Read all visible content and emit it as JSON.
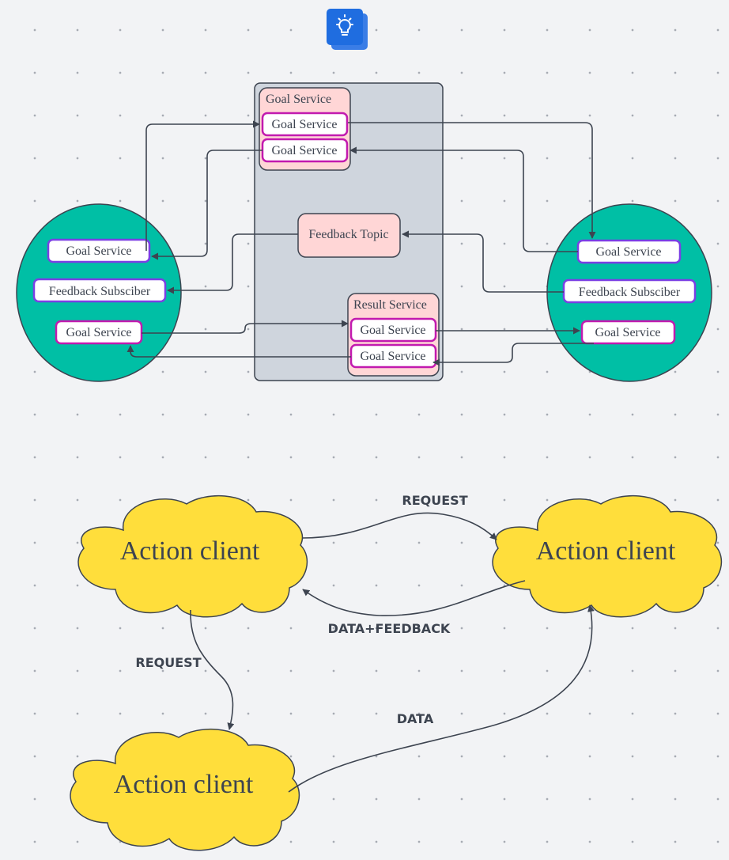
{
  "toolbar": {
    "icon": "lightbulb-icon",
    "icon_color": "#1f6de0"
  },
  "diagram": {
    "center_panel": {
      "goal_group": {
        "title": "Goal Service",
        "items": [
          "Goal Service",
          "Goal Service"
        ]
      },
      "feedback_topic": "Feedback Topic",
      "result_group": {
        "title": "Result Service",
        "items": [
          "Goal Service",
          "Goal Service"
        ]
      }
    },
    "left_node": {
      "items": [
        "Goal Service",
        "Feedback Subsciber",
        "Goal Service"
      ]
    },
    "right_node": {
      "items": [
        "Goal Service",
        "Feedback Subsciber",
        "Goal Service"
      ]
    },
    "colors": {
      "teal": "#00bfa5",
      "pink_fill": "#ffd6d6",
      "magenta": "#c21aaf",
      "purple": "#7b3fe4",
      "panel": "#cfd5dd",
      "cloud": "#ffde3b"
    }
  },
  "clouds": {
    "top_left": "Action client",
    "top_right": "Action client",
    "bottom": "Action client"
  },
  "edges": {
    "request_top": "REQUEST",
    "data_feedback": "DATA+FEEDBACK",
    "request_down": "REQUEST",
    "data": "DATA"
  }
}
